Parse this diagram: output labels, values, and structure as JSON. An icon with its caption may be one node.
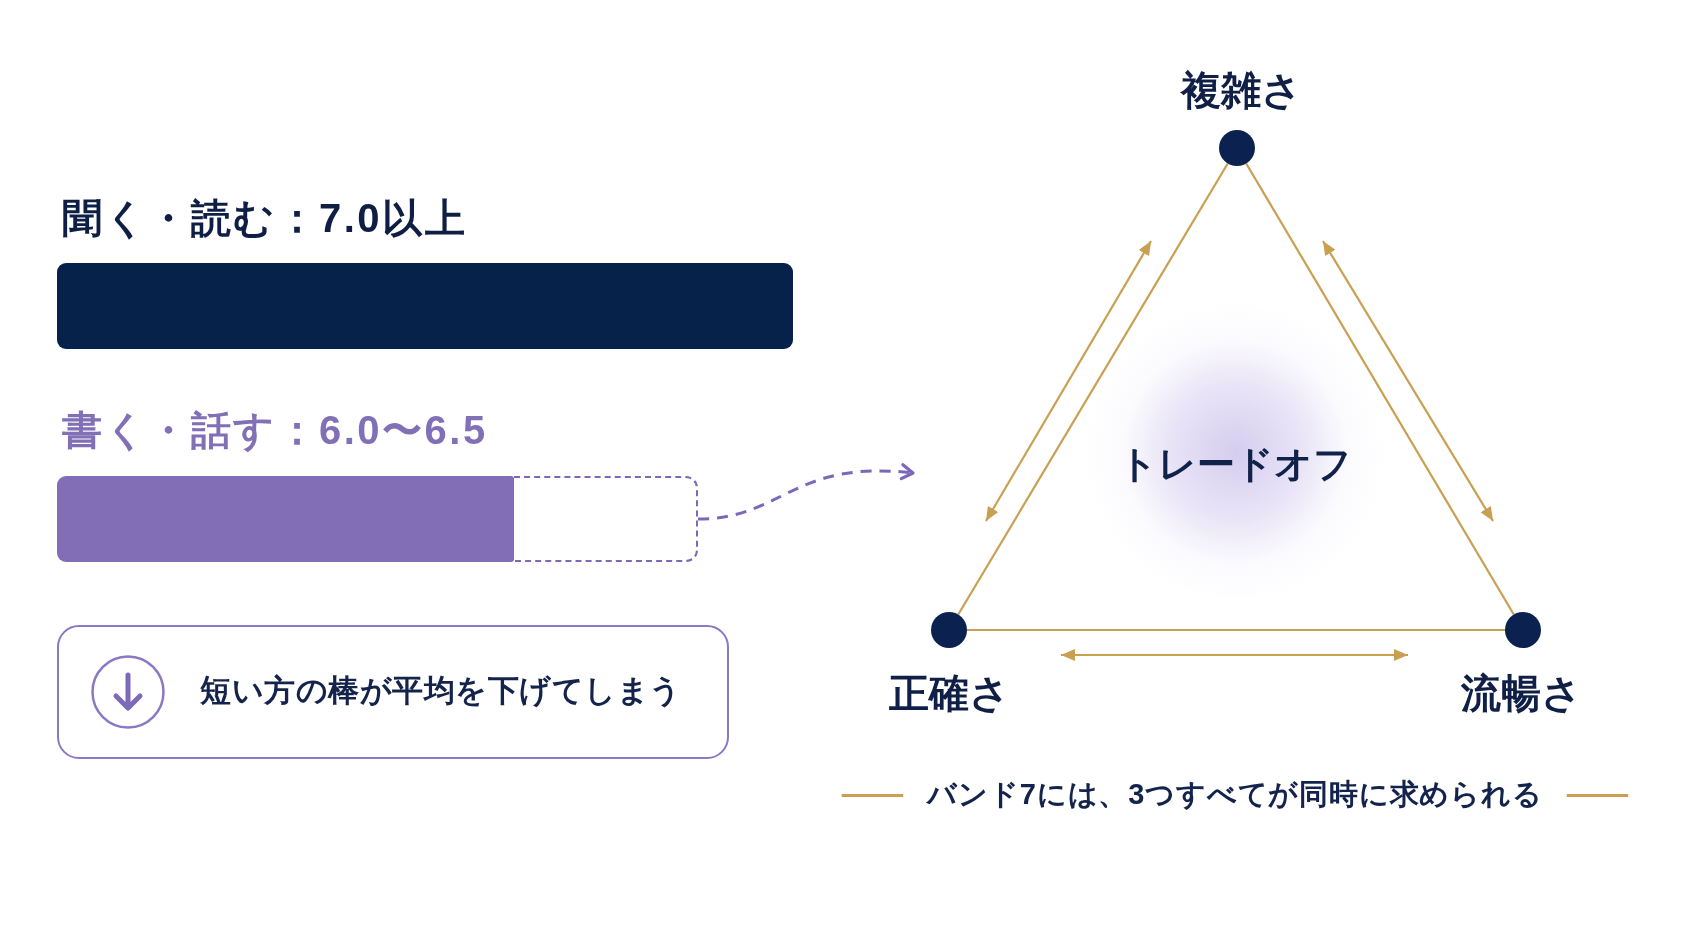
{
  "diagram": {
    "nodes": [
      {
        "text": [
          "聞く・読む：7.0以上"
        ]
      },
      {
        "text": [
          "書く・話す：6.0〜6.5"
        ]
      },
      {
        "text": [],
        "shape": "bar"
      },
      {
        "text": [
          "短い方の棒が平均を下げてしまう"
        ]
      },
      {
        "text": [
          "複雑さ"
        ]
      },
      {
        "text": [
          "正確さ"
        ]
      },
      {
        "text": [
          "流暢さ"
        ]
      },
      {
        "text": [
          "トレードオフ"
        ]
      }
    ],
    "edges": [
      {
        "from": 4,
        "to": 5,
        "arrow": "none"
      },
      {
        "from": 4,
        "to": 6,
        "arrow": "none"
      },
      {
        "from": 5,
        "to": 6,
        "arrow": "none"
      },
      {
        "from": 2,
        "to": null,
        "arrow": "to",
        "style": "dashed",
        "color": "#7b68b9"
      }
    ],
    "caption": "バンド7には、3つすべてが同時に求められる"
  }
}
